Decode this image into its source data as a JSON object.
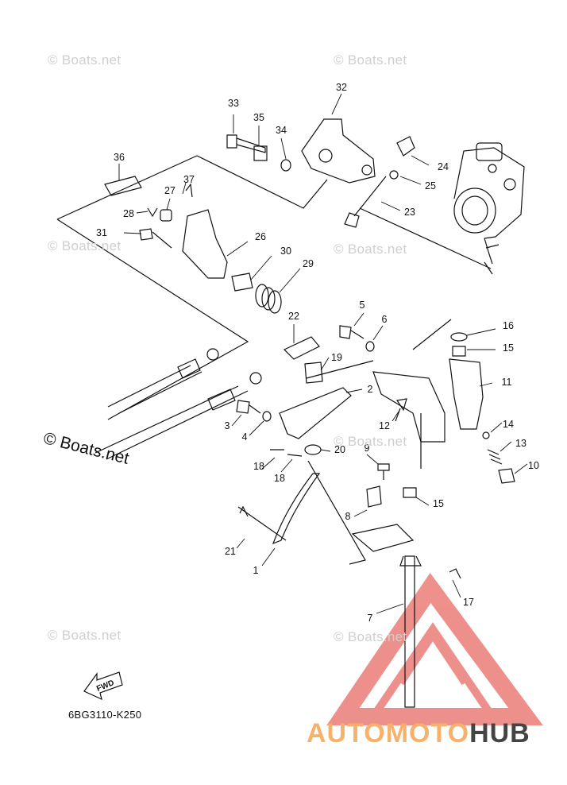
{
  "watermark_text": "© Boats.net",
  "diagram_code": "6BG3110-K250",
  "fwd_label": "FWD",
  "brand": {
    "part1": "AUTOMOTO",
    "part2": "HUB",
    "color1": "#f6b26b",
    "color2": "#444444"
  },
  "part_numbers": [
    "33",
    "35",
    "34",
    "32",
    "36",
    "37",
    "27",
    "28",
    "24",
    "25",
    "23",
    "31",
    "26",
    "30",
    "29",
    "22",
    "5",
    "6",
    "16",
    "15",
    "19",
    "2",
    "11",
    "3",
    "4",
    "12",
    "14",
    "13",
    "20",
    "9",
    "18",
    "18",
    "10",
    "15",
    "8",
    "21",
    "1",
    "17",
    "7"
  ]
}
